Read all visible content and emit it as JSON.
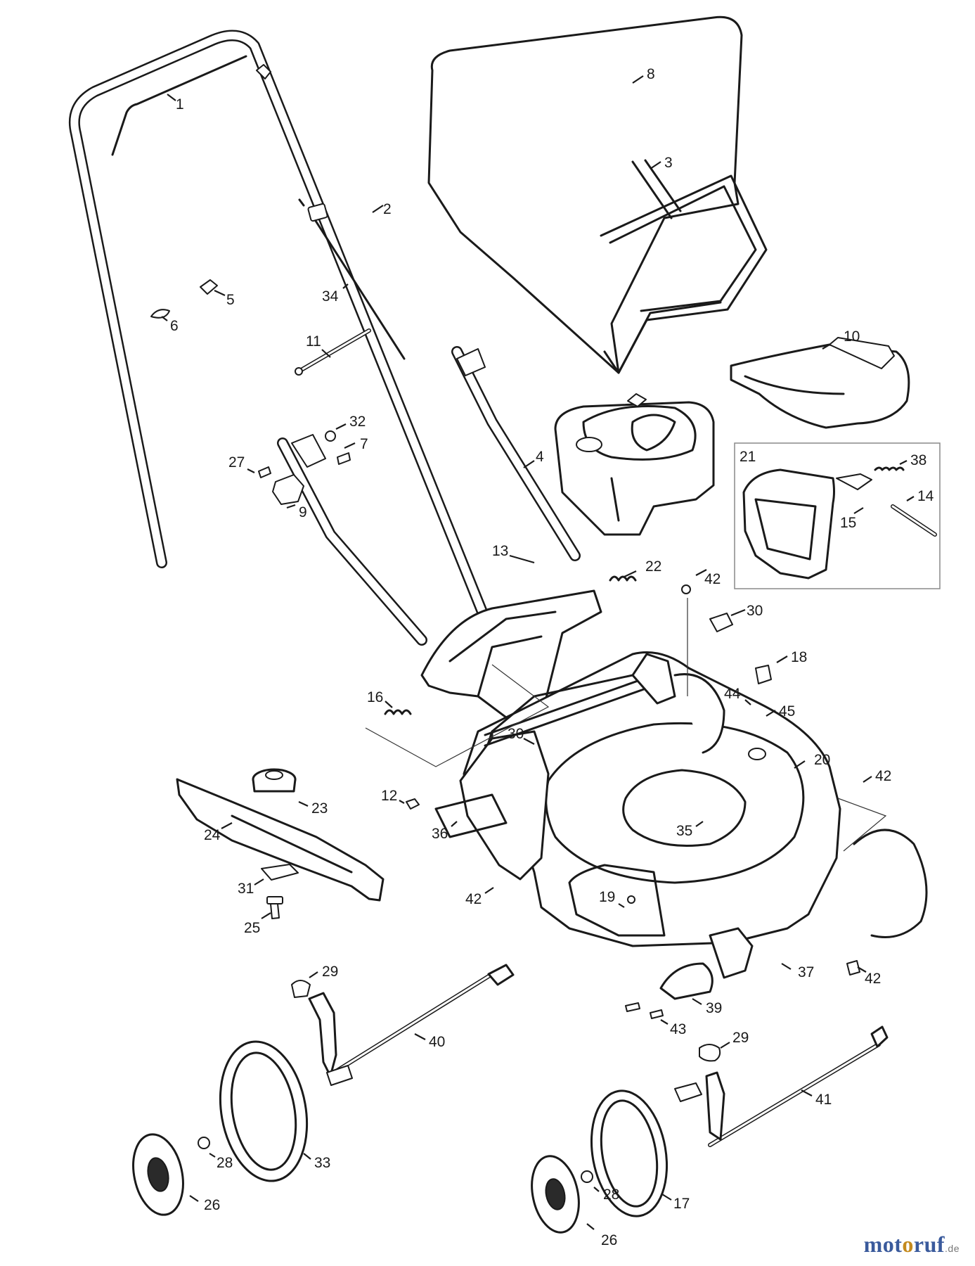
{
  "diagram": {
    "callouts": [
      {
        "id": "c-1",
        "label": "1"
      },
      {
        "id": "c-2",
        "label": "2"
      },
      {
        "id": "c-3",
        "label": "3"
      },
      {
        "id": "c-4",
        "label": "4"
      },
      {
        "id": "c-5",
        "label": "5"
      },
      {
        "id": "c-6",
        "label": "6"
      },
      {
        "id": "c-7",
        "label": "7"
      },
      {
        "id": "c-8",
        "label": "8"
      },
      {
        "id": "c-9",
        "label": "9"
      },
      {
        "id": "c-10",
        "label": "10"
      },
      {
        "id": "c-11",
        "label": "11"
      },
      {
        "id": "c-12",
        "label": "12"
      },
      {
        "id": "c-13",
        "label": "13"
      },
      {
        "id": "c-14",
        "label": "14"
      },
      {
        "id": "c-15",
        "label": "15"
      },
      {
        "id": "c-16",
        "label": "16"
      },
      {
        "id": "c-17",
        "label": "17"
      },
      {
        "id": "c-18",
        "label": "18"
      },
      {
        "id": "c-19",
        "label": "19"
      },
      {
        "id": "c-20",
        "label": "20"
      },
      {
        "id": "c-21",
        "label": "21"
      },
      {
        "id": "c-22",
        "label": "22"
      },
      {
        "id": "c-23",
        "label": "23"
      },
      {
        "id": "c-24",
        "label": "24"
      },
      {
        "id": "c-25",
        "label": "25"
      },
      {
        "id": "c-26a",
        "label": "26"
      },
      {
        "id": "c-26b",
        "label": "26"
      },
      {
        "id": "c-27",
        "label": "27"
      },
      {
        "id": "c-28a",
        "label": "28"
      },
      {
        "id": "c-28b",
        "label": "28"
      },
      {
        "id": "c-29a",
        "label": "29"
      },
      {
        "id": "c-29b",
        "label": "29"
      },
      {
        "id": "c-30a",
        "label": "30"
      },
      {
        "id": "c-30b",
        "label": "30"
      },
      {
        "id": "c-31",
        "label": "31"
      },
      {
        "id": "c-32",
        "label": "32"
      },
      {
        "id": "c-33",
        "label": "33"
      },
      {
        "id": "c-34",
        "label": "34"
      },
      {
        "id": "c-35",
        "label": "35"
      },
      {
        "id": "c-36",
        "label": "36"
      },
      {
        "id": "c-37",
        "label": "37"
      },
      {
        "id": "c-38",
        "label": "38"
      },
      {
        "id": "c-39",
        "label": "39"
      },
      {
        "id": "c-40",
        "label": "40"
      },
      {
        "id": "c-41",
        "label": "41"
      },
      {
        "id": "c-42a",
        "label": "42"
      },
      {
        "id": "c-42b",
        "label": "42"
      },
      {
        "id": "c-42c",
        "label": "42"
      },
      {
        "id": "c-42d",
        "label": "42"
      },
      {
        "id": "c-43",
        "label": "43"
      },
      {
        "id": "c-44",
        "label": "44"
      },
      {
        "id": "c-45",
        "label": "45"
      }
    ]
  },
  "brand": {
    "letters": [
      "m",
      "o",
      "t",
      "o",
      "r",
      "u",
      "f"
    ],
    "letter_colors": [
      "#3a5a9c",
      "#3a5a9c",
      "#3a5a9c",
      "#c48a1e",
      "#3a5a9c",
      "#3a5a9c",
      "#3a5a9c"
    ],
    "suffix": ".de"
  }
}
